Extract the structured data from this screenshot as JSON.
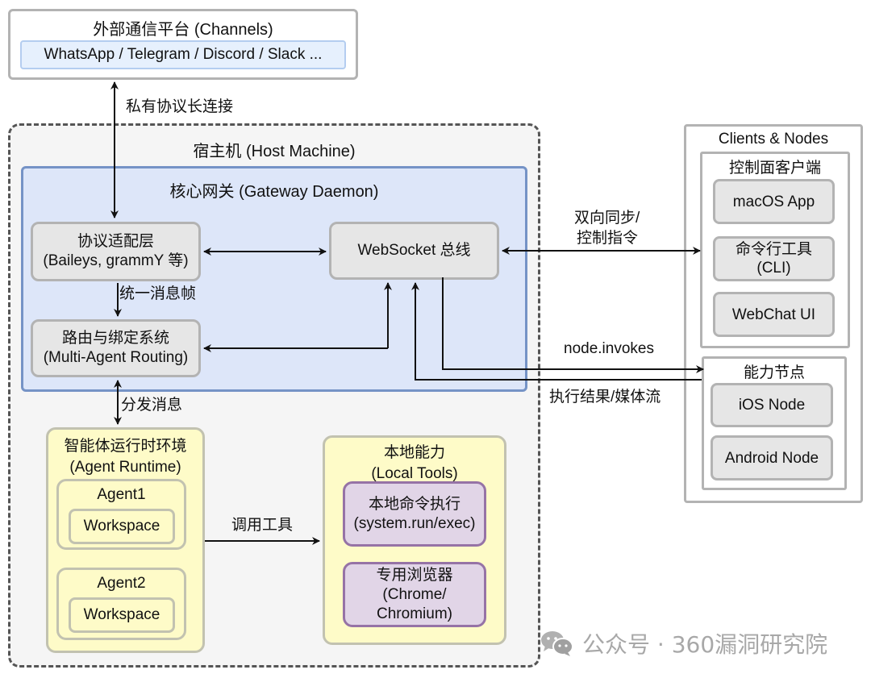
{
  "channels": {
    "title": "外部通信平台 (Channels)",
    "list": "WhatsApp / Telegram / Discord / Slack ..."
  },
  "host": {
    "title": "宿主机 (Host Machine)",
    "gateway": {
      "title": "核心网关 (Gateway Daemon)",
      "protocol_adapter": {
        "line1": "协议适配层",
        "line2": "(Baileys, grammY 等)"
      },
      "router": {
        "line1": "路由与绑定系统",
        "line2": "(Multi-Agent Routing)"
      },
      "websocket_bus": "WebSocket 总线"
    },
    "agent_runtime": {
      "line1": "智能体运行时环境",
      "line2": "(Agent Runtime)",
      "agents": [
        {
          "name": "Agent1",
          "workspace": "Workspace"
        },
        {
          "name": "Agent2",
          "workspace": "Workspace"
        }
      ]
    },
    "local_tools": {
      "line1": "本地能力",
      "line2": "(Local Tools)",
      "exec": {
        "line1": "本地命令执行",
        "line2": "(system.run/exec)"
      },
      "browser": {
        "line1": "专用浏览器",
        "line2": "(Chrome/",
        "line3": "Chromium)"
      }
    }
  },
  "clients": {
    "title": "Clients & Nodes",
    "control_plane": {
      "title": "控制面客户端",
      "items": [
        {
          "line1": "macOS App"
        },
        {
          "line1": "命令行工具",
          "line2": "(CLI)"
        },
        {
          "line1": "WebChat UI"
        }
      ]
    },
    "capability_nodes": {
      "title": "能力节点",
      "items": [
        "iOS Node",
        "Android Node"
      ]
    }
  },
  "edges": {
    "private_protocol": "私有协议长连接",
    "unified_frame": "统一消息帧",
    "dispatch": "分发消息",
    "call_tools": "调用工具",
    "sync_line1": "双向同步/",
    "sync_line2": "控制指令",
    "node_invokes": "node.invokes",
    "results": "执行结果/媒体流"
  },
  "watermark": {
    "icon": "wechat-icon",
    "text": "公众号 · 360漏洞研究院"
  },
  "colors": {
    "gateway_fill": "#dde6f9",
    "gateway_border": "#7593c6",
    "yellow_fill": "#fefbc8",
    "purple_fill": "#e1d5e7",
    "purple_border": "#9673a6",
    "gray_fill": "#e6e6e6",
    "channel_list_fill": "#e6f0fd"
  }
}
